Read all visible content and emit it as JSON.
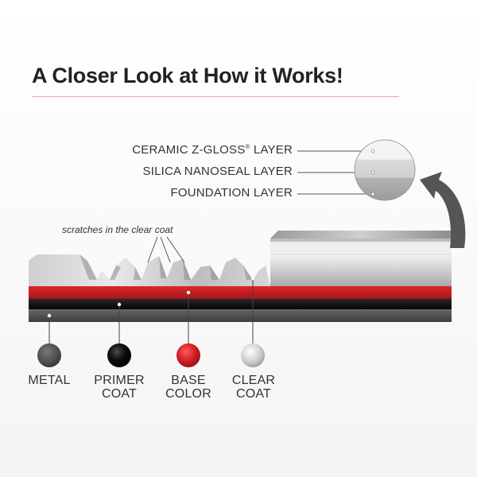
{
  "title": "A Closer Look at How it Works!",
  "callout_layers": [
    {
      "name": "CERAMIC Z-GLOSS",
      "mark": "®",
      "suffix": " LAYER"
    },
    {
      "name": "SILICA NANOSEAL LAYER"
    },
    {
      "name": "FOUNDATION LAYER"
    }
  ],
  "scratch_annotation": "scratches in the clear coat",
  "legend": [
    {
      "label": "METAL",
      "color": "#4a4a4a"
    },
    {
      "label": "PRIMER\nCOAT",
      "color": "#111111"
    },
    {
      "label": "BASE\nCOLOR",
      "color": "#c81e22"
    },
    {
      "label": "CLEAR\nCOAT",
      "color": "#c9c9c9"
    }
  ],
  "colors": {
    "title_rule": "#e6a9a5",
    "arrow": "#555555"
  },
  "icons": {
    "zoom_arrow": "curved-arrow-up-icon",
    "zoom_circle": "magnified-layers-icon"
  }
}
